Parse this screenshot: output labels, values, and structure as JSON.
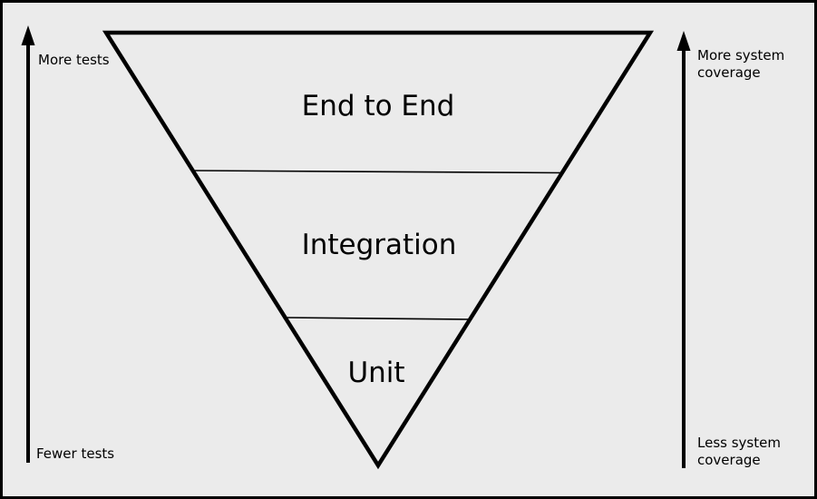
{
  "colors": {
    "background": "#ebebeb",
    "shape_fill": "#ffffff",
    "stroke": "#000000"
  },
  "pyramid": {
    "levels": [
      {
        "label": "End to End"
      },
      {
        "label": "Integration"
      },
      {
        "label": "Unit"
      }
    ]
  },
  "left_axis": {
    "top_label": "More tests",
    "bottom_label": "Fewer tests"
  },
  "right_axis": {
    "top_label_line1": "More system",
    "top_label_line2": "coverage",
    "bottom_label_line1": "Less system",
    "bottom_label_line2": "coverage"
  }
}
